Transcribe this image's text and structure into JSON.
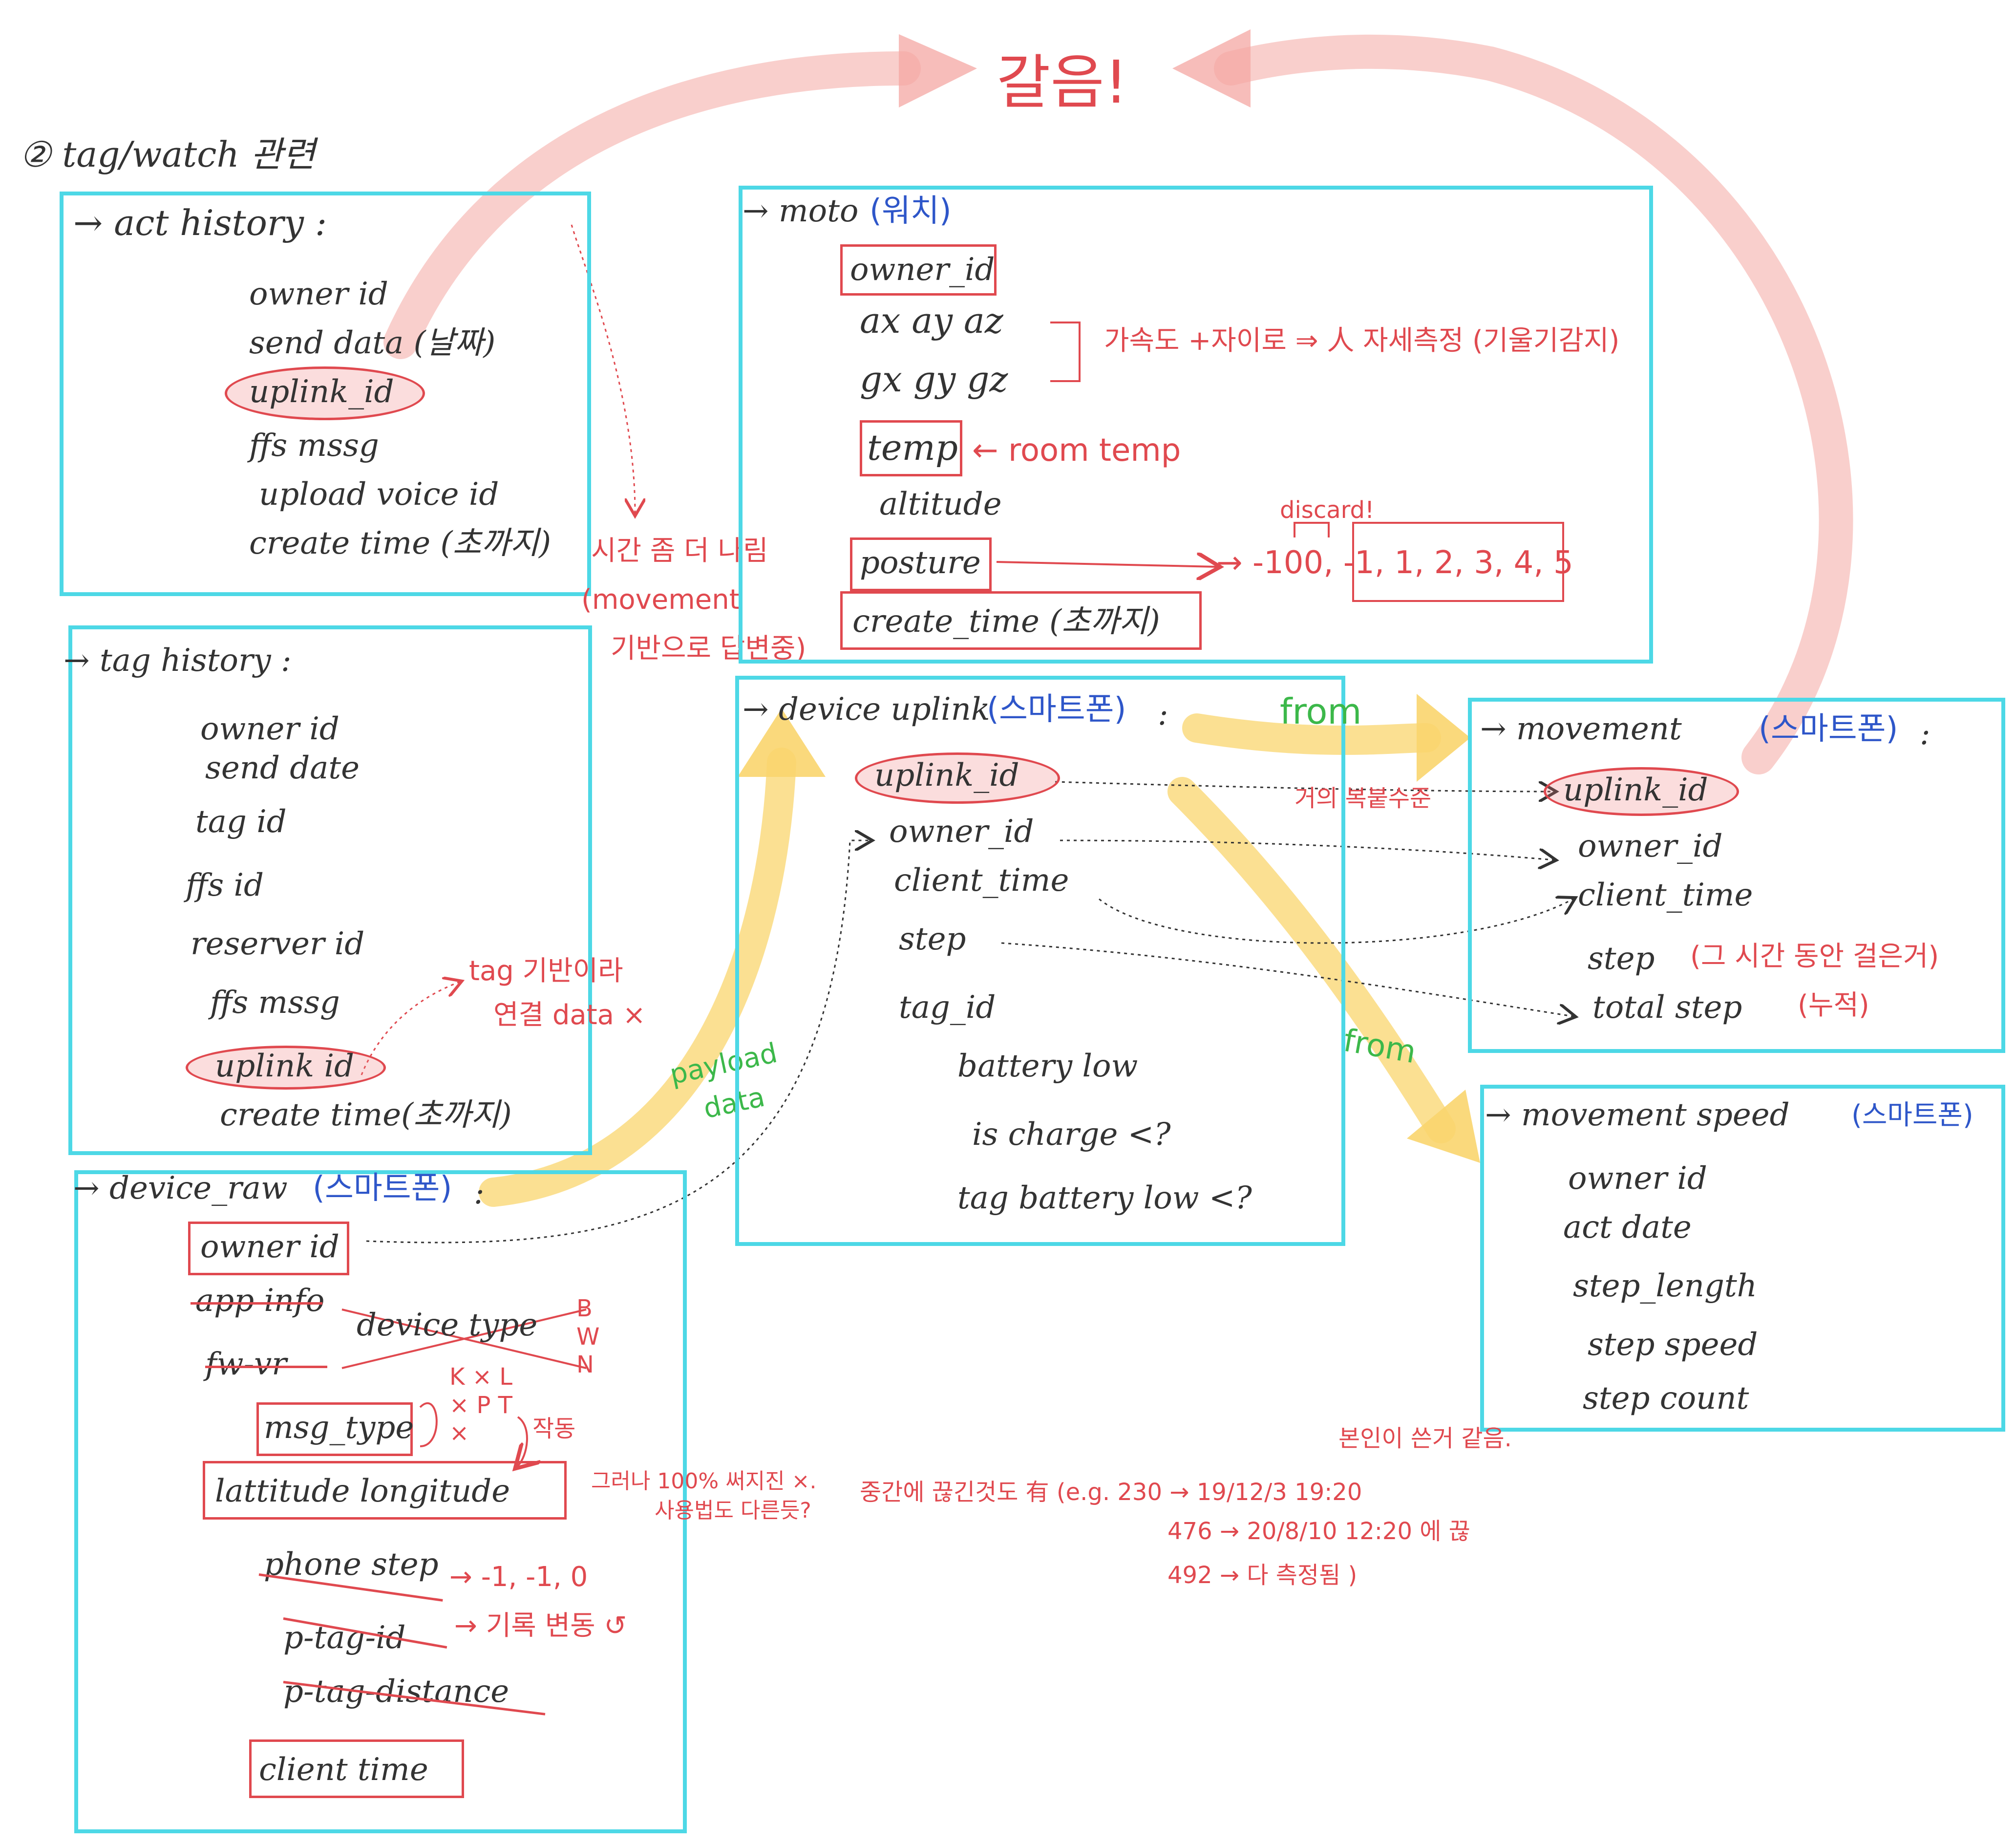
{
  "title": "갈음!",
  "section_label": "② tag/watch 관련",
  "boxes": {
    "act_history": {
      "title": "→ act history :",
      "fields": [
        "owner id",
        "send data (날짜)",
        "uplink_id",
        "ffs mssg",
        "upload voice id",
        "create time (초까지)"
      ]
    },
    "tag_history": {
      "title": "→ tag history :",
      "fields": [
        "owner id",
        "send date",
        "tag id",
        "ffs id",
        "reserver id",
        "ffs mssg",
        "uplink id",
        "create time(초까지)"
      ]
    },
    "device_raw": {
      "title": "→ device_raw",
      "title_tag": "(스마트폰)",
      "title_suffix": ":",
      "fields": [
        "owner id",
        "app info",
        "device type",
        "fw-vr",
        "msg_type",
        "lattitude   longitude",
        "phone step",
        "p-tag-id",
        "p-tag-distance",
        "client time"
      ]
    },
    "moto": {
      "title": "→ moto",
      "title_tag": "(워치)",
      "fields": [
        "owner_id",
        "ax  ay  az",
        "gx gy gz",
        "temp",
        "altitude",
        "posture",
        "create_time (초까지)"
      ]
    },
    "device_uplink": {
      "title": "→ device uplink",
      "title_tag": "(스마트폰)",
      "title_suffix": ":",
      "fields": [
        "uplink_id",
        "owner_id",
        "client_time",
        "step",
        "tag_id",
        "battery low",
        "is charge <?",
        "tag battery low <?"
      ]
    },
    "movement": {
      "title": "→ movement",
      "title_tag": "(스마트폰)",
      "title_suffix": ":",
      "fields": [
        "uplink_id",
        "owner_id",
        "client_time",
        "step",
        "total step"
      ]
    },
    "movement_speed": {
      "title": "→ movement speed",
      "title_tag": "(스마트폰)",
      "fields": [
        "owner id",
        "act date",
        "step_length",
        "step speed",
        "step count"
      ]
    }
  },
  "annotations": {
    "moto_accel": "가속도 +자이로 ⇒ 人 자세측정 (기울기감지)",
    "moto_temp": "← room temp",
    "moto_discard": "discard!",
    "moto_posture_values": "→ -100, -1, 1, 2, 3, 4, 5",
    "act_time_note_1": "시간 좀 더 나림",
    "act_time_note_2": "(movement",
    "act_time_note_3": "기반으로 답변중)",
    "tag_note_1": "tag 기반이라",
    "tag_note_2": "연결 data ×",
    "payload_1": "payload",
    "payload_2": "data",
    "from_1": "from",
    "from_2": "from",
    "copy_note": "거의 복붙수준",
    "movement_step_note": "(그 시간 동안 걸은거)",
    "movement_total_note": "(누적)",
    "device_type_options": "B W N",
    "msg_type_options": "K × L × P T ×",
    "msg_type_note": "작동",
    "lat_note_1": "그러나 100% 써지진 ×.",
    "lat_note_2": "사용법도 다른듯?",
    "phone_step_values": "→ -1, -1, 0",
    "ptag_note": "→ 기록 변동 ↺",
    "owner_note": "본인이 쓴거 같음.",
    "client_note_1": "중간에 끊긴것도 有 (e.g. 230 → 19/12/3 19:20",
    "client_note_2": "476 → 20/8/10 12:20 에 끊",
    "client_note_3": "492 → 다 측정됨 )"
  },
  "colors": {
    "box_border": "#4dd8e6",
    "ink_dark": "#333333",
    "ink_red": "#e0494f",
    "ink_blue": "#2e56c9",
    "ink_green": "#3cb84a",
    "arrow_red": "#f4a7a3",
    "arrow_yellow": "#f9d56e"
  }
}
